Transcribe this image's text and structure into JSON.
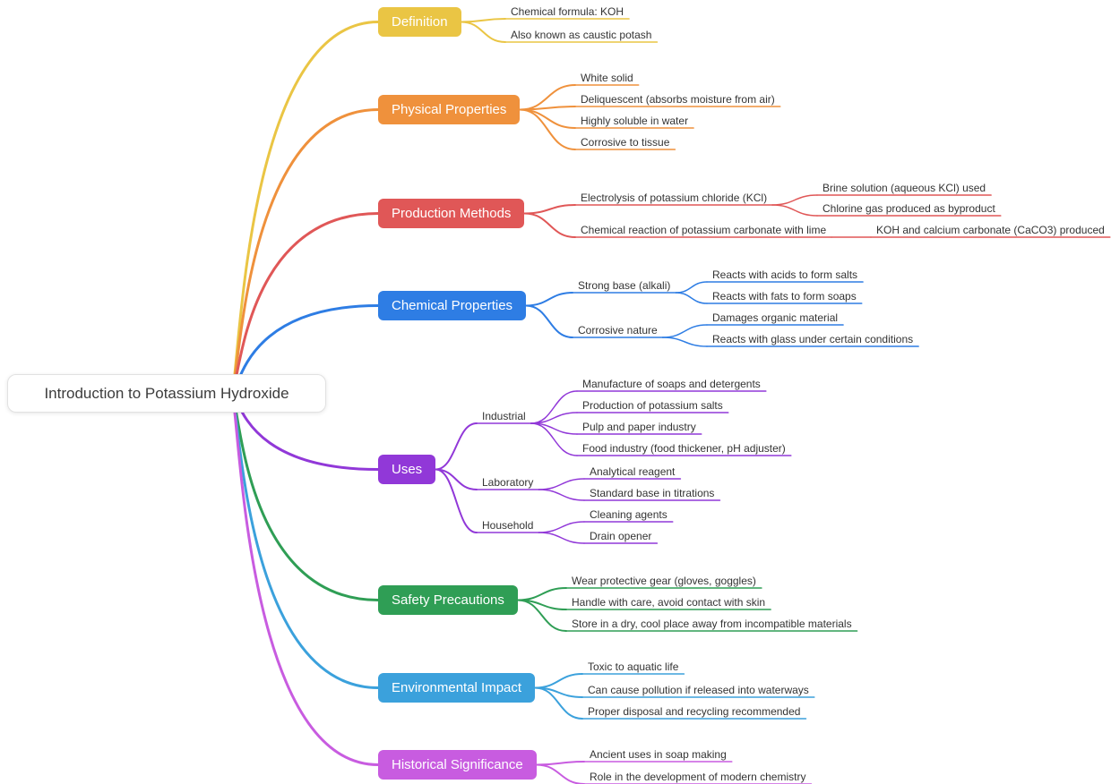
{
  "root": {
    "label": "Introduction to Potassium Hydroxide"
  },
  "branches": [
    {
      "label": "Definition",
      "color": "#eac544",
      "children": [
        {
          "label": "Chemical formula: KOH"
        },
        {
          "label": "Also known as caustic potash"
        }
      ]
    },
    {
      "label": "Physical Properties",
      "color": "#ef913c",
      "children": [
        {
          "label": "White solid"
        },
        {
          "label": "Deliquescent (absorbs moisture from air)"
        },
        {
          "label": "Highly soluble in water"
        },
        {
          "label": "Corrosive to tissue"
        }
      ]
    },
    {
      "label": "Production Methods",
      "color": "#e05757",
      "children": [
        {
          "label": "Electrolysis of potassium chloride (KCl)",
          "children": [
            {
              "label": "Brine solution (aqueous KCl) used"
            },
            {
              "label": "Chlorine gas produced as byproduct"
            }
          ]
        },
        {
          "label": "Chemical reaction of potassium carbonate with lime",
          "children": [
            {
              "label": "KOH and calcium carbonate (CaCO3) produced"
            }
          ]
        }
      ]
    },
    {
      "label": "Chemical Properties",
      "color": "#2e7de4",
      "children": [
        {
          "label": "Strong base (alkali)",
          "children": [
            {
              "label": "Reacts with acids to form salts"
            },
            {
              "label": "Reacts with fats to form soaps"
            }
          ]
        },
        {
          "label": "Corrosive nature",
          "children": [
            {
              "label": "Damages organic material"
            },
            {
              "label": "Reacts with glass under certain conditions"
            }
          ]
        }
      ]
    },
    {
      "label": "Uses",
      "color": "#9138d8",
      "children": [
        {
          "label": "Industrial",
          "children": [
            {
              "label": "Manufacture of soaps and detergents"
            },
            {
              "label": "Production of potassium salts"
            },
            {
              "label": "Pulp and paper industry"
            },
            {
              "label": "Food industry (food thickener, pH adjuster)"
            }
          ]
        },
        {
          "label": "Laboratory",
          "children": [
            {
              "label": "Analytical reagent"
            },
            {
              "label": "Standard base in titrations"
            }
          ]
        },
        {
          "label": "Household",
          "children": [
            {
              "label": "Cleaning agents"
            },
            {
              "label": "Drain opener"
            }
          ]
        }
      ]
    },
    {
      "label": "Safety Precautions",
      "color": "#2f9e55",
      "children": [
        {
          "label": "Wear protective gear (gloves, goggles)"
        },
        {
          "label": "Handle with care, avoid contact with skin"
        },
        {
          "label": "Store in a dry, cool place away from incompatible materials"
        }
      ]
    },
    {
      "label": "Environmental Impact",
      "color": "#3ba1dc",
      "children": [
        {
          "label": "Toxic to aquatic life"
        },
        {
          "label": "Can cause pollution if released into waterways"
        },
        {
          "label": "Proper disposal and recycling recommended"
        }
      ]
    },
    {
      "label": "Historical Significance",
      "color": "#c85ce0",
      "children": [
        {
          "label": "Ancient uses in soap making"
        },
        {
          "label": "Role in the development of modern chemistry"
        }
      ]
    }
  ]
}
